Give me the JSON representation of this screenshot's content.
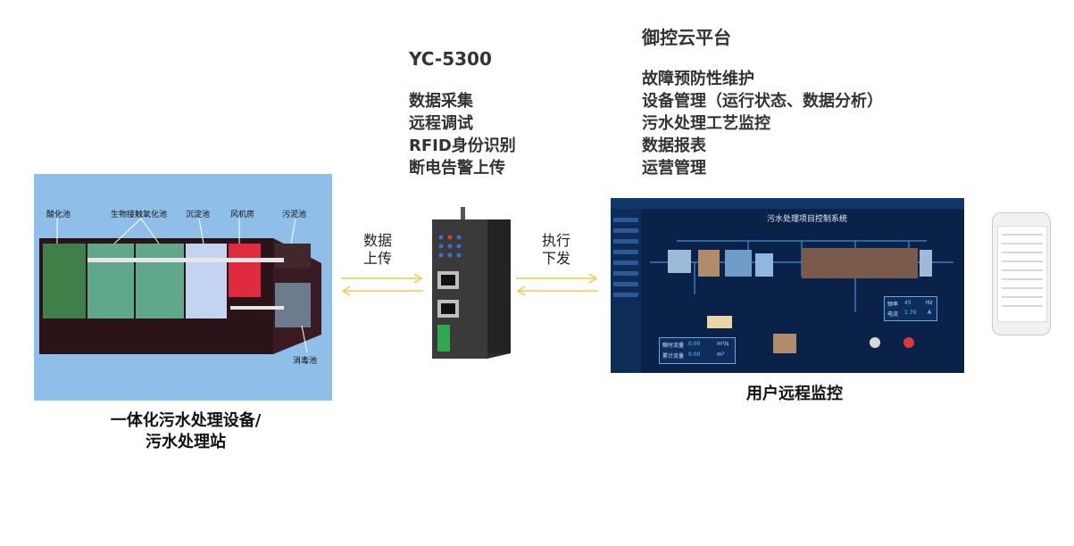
{
  "gateway": {
    "model": "YC-5300",
    "features": [
      "数据采集",
      "远程调试",
      "RFID身份识别",
      "断电告警上传"
    ]
  },
  "platform": {
    "title": "御控云平台",
    "features": [
      "故障预防性维护",
      "设备管理（运行状态、数据分析）",
      "污水处理工艺监控",
      "数据报表",
      "运营管理"
    ]
  },
  "left_arrow": {
    "line1": "数据",
    "line2": "上传"
  },
  "right_arrow": {
    "line1": "执行",
    "line2": "下发"
  },
  "tank": {
    "labels": [
      "酸化池",
      "生物接触氧化池",
      "沉淀池",
      "风机房",
      "污泥池",
      "消毒池"
    ],
    "caption_line1": "一体化污水处理设备/",
    "caption_line2": "污水处理站"
  },
  "scada": {
    "title": "污水处理项目控制系统",
    "caption": "用户远程监控",
    "freq_label": "频率",
    "freq_value": "45",
    "freq_unit": "Hz",
    "current_label": "电流",
    "current_value": "1.70",
    "current_unit": "A",
    "instant_flow_label": "瞬时流量",
    "instant_flow_value": "0.00",
    "instant_flow_unit": "m³/s",
    "total_flow_label": "累计流量",
    "total_flow_value": "0.00",
    "total_flow_unit": "m³"
  },
  "colors": {
    "arrow": "#f2c94c",
    "scada_bg": "#0a2247",
    "tank_bg": "#8fbfe8"
  }
}
